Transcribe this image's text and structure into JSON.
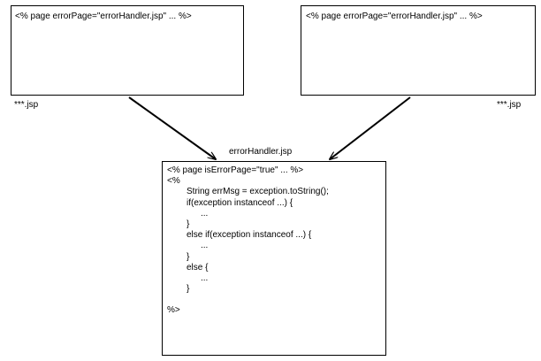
{
  "boxes": {
    "left_jsp": {
      "directive": "<% page errorPage=\"errorHandler.jsp\" ... %>",
      "caption": "***.jsp"
    },
    "right_jsp": {
      "directive": "<% page errorPage=\"errorHandler.jsp\" ... %>",
      "caption": "***.jsp"
    },
    "error_handler": {
      "caption": "errorHandler.jsp",
      "code_lines": [
        "<% page isErrorPage=\"true\" ... %>",
        "<%",
        "String errMsg = exception.toString();",
        "if(exception instanceof ...) {",
        "...",
        "}",
        "else if(exception instanceof ...) {",
        "...",
        "}",
        "else {",
        "...",
        "}",
        "",
        "%>"
      ]
    }
  },
  "arrows": [
    {
      "from": "left_jsp",
      "to": "error_handler"
    },
    {
      "from": "right_jsp",
      "to": "error_handler"
    }
  ],
  "colors": {
    "line": "#000000",
    "background": "#ffffff"
  }
}
